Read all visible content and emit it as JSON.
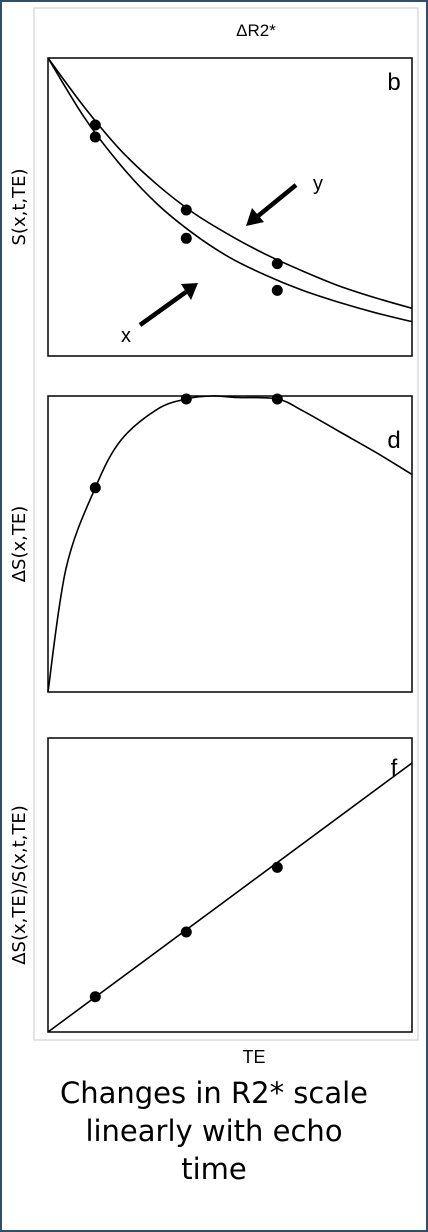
{
  "chart_data": [
    {
      "type": "line",
      "title": "ΔR2*",
      "panel_label": "b",
      "xlabel": "",
      "ylabel": "S(x,t,TE)",
      "xlim": [
        0,
        10
      ],
      "ylim": [
        0,
        1
      ],
      "series": [
        {
          "name": "y",
          "x": [
            0,
            1,
            2,
            3,
            4,
            5,
            6,
            7,
            8,
            9,
            10
          ],
          "values": [
            1.0,
            0.835,
            0.69,
            0.575,
            0.48,
            0.405,
            0.34,
            0.285,
            0.235,
            0.195,
            0.16
          ]
        },
        {
          "name": "x",
          "x": [
            0,
            1,
            2,
            3,
            4,
            5,
            6,
            7,
            8,
            9,
            10
          ],
          "values": [
            1.0,
            0.8,
            0.64,
            0.51,
            0.41,
            0.33,
            0.27,
            0.22,
            0.18,
            0.145,
            0.115
          ]
        }
      ],
      "points": [
        {
          "series": "y",
          "x": 1.3,
          "y": 0.775
        },
        {
          "series": "x",
          "x": 1.3,
          "y": 0.735
        },
        {
          "series": "y",
          "x": 3.8,
          "y": 0.49
        },
        {
          "series": "x",
          "x": 3.8,
          "y": 0.395
        },
        {
          "series": "y",
          "x": 6.3,
          "y": 0.31
        },
        {
          "series": "x",
          "x": 6.3,
          "y": 0.22
        }
      ],
      "annotations": [
        {
          "text": "y",
          "arrow_to": [
            6.3,
            0.49
          ]
        },
        {
          "text": "x",
          "arrow_to": [
            4.9,
            0.24
          ]
        }
      ]
    },
    {
      "type": "line",
      "panel_label": "d",
      "xlabel": "",
      "ylabel": "ΔS(x,TE)",
      "xlim": [
        0,
        10
      ],
      "ylim": [
        0,
        1
      ],
      "series": [
        {
          "x": [
            0,
            0.5,
            1.3,
            2,
            3,
            3.8,
            4.5,
            5.2,
            6.3,
            7,
            8,
            9,
            10
          ],
          "values": [
            0.0,
            0.42,
            0.69,
            0.85,
            0.955,
            0.99,
            1.0,
            0.995,
            0.99,
            0.95,
            0.88,
            0.81,
            0.735
          ]
        }
      ],
      "points": [
        {
          "x": 1.3,
          "y": 0.69
        },
        {
          "x": 3.8,
          "y": 0.99
        },
        {
          "x": 6.3,
          "y": 0.99
        }
      ]
    },
    {
      "type": "line",
      "panel_label": "f",
      "xlabel": "TE",
      "ylabel": "ΔS(x,TE)/S(x,t,TE)",
      "xlim": [
        0,
        10
      ],
      "ylim": [
        0,
        1
      ],
      "series": [
        {
          "x": [
            0,
            10
          ],
          "values": [
            0.0,
            0.915
          ]
        }
      ],
      "points": [
        {
          "x": 1.3,
          "y": 0.12
        },
        {
          "x": 3.8,
          "y": 0.34
        },
        {
          "x": 6.3,
          "y": 0.56
        }
      ]
    }
  ],
  "caption": {
    "line1": "Changes in R2* scale",
    "line2": "linearly with echo",
    "line3": "time"
  }
}
